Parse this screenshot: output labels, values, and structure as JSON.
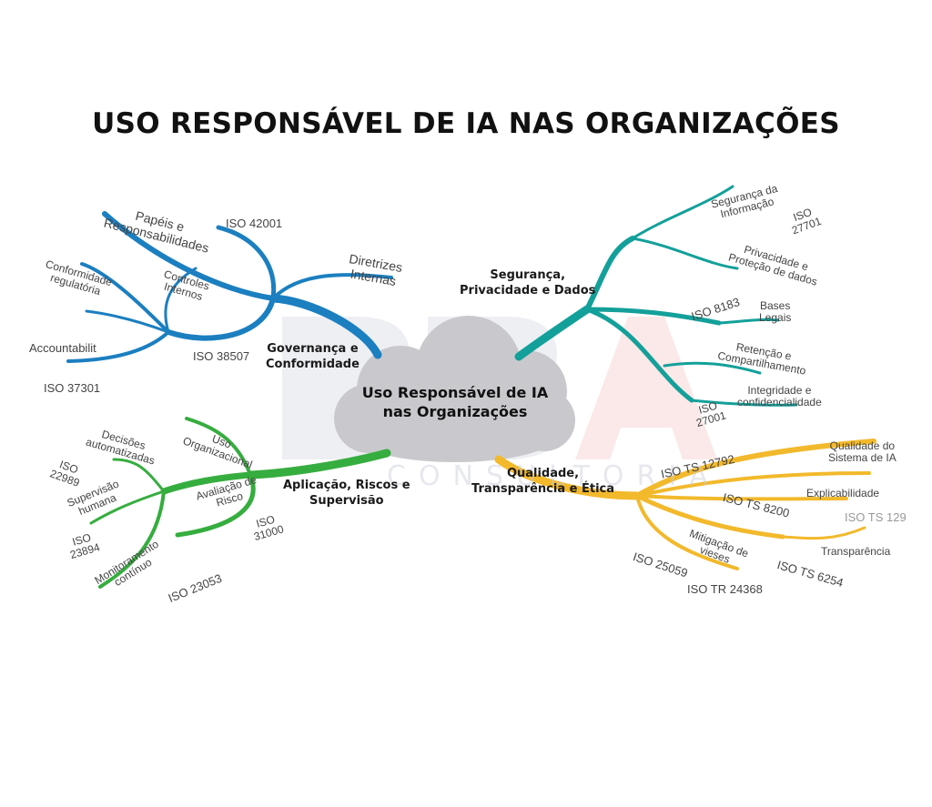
{
  "title": "USO RESPONSÁVEL DE IA NAS ORGANIZAÇÕES",
  "center": {
    "line1": "Uso Responsável de IA",
    "line2": "nas Organizações"
  },
  "watermark": {
    "text": "CONSULTORIA"
  },
  "colors": {
    "governance": "#1b7fc0",
    "security": "#14a09a",
    "quality": "#f2b92c",
    "application": "#36ad3f",
    "cloud": "#c8c8cc"
  },
  "branches": {
    "governance": {
      "title1": "Governança e",
      "title2": "Conformidade",
      "nodes": {
        "papeis1": "Papéis e",
        "papeis2": "Responsabilidades",
        "iso42001": "ISO 42001",
        "diretrizes1": "Diretrizes",
        "diretrizes2": "Internas",
        "conformidade1": "Conformidade",
        "conformidade2": "regulatória",
        "controles1": "Controles",
        "controles2": "Internos",
        "accountability": "Accountabilit",
        "iso38507": "ISO 38507",
        "iso37301": "ISO 37301"
      }
    },
    "security": {
      "title1": "Segurança,",
      "title2": "Privacidade  e Dados",
      "nodes": {
        "seg1": "Segurança da",
        "seg2": "Informação",
        "iso27701a": "ISO",
        "iso27701b": "27701",
        "priv1": "Privacidade e",
        "priv2": "Proteção de dados",
        "iso8183": "ISO 8183",
        "bases1": "Bases",
        "bases2": "Legais",
        "ret1": "Retenção e",
        "ret2": "Compartilhamento",
        "int1": "Integridade e",
        "int2": "confidencialidade",
        "iso27001a": "ISO",
        "iso27001b": "27001"
      }
    },
    "quality": {
      "title1": "Qualidade,",
      "title2": "Transparência e Ética",
      "nodes": {
        "iso12792": "ISO TS 12792",
        "qual1": "Qualidade do",
        "qual2": "Sistema de IA",
        "iso8200": "ISO TS 8200",
        "explic": "Explicabilidade",
        "iso12x": "ISO TS 129",
        "transp": "Transparência",
        "mit1": "Mitigação de",
        "mit2": "vieses",
        "iso25059": "ISO 25059",
        "iso6254": "ISO TS 6254",
        "iso24368": "ISO TR 24368"
      }
    },
    "application": {
      "title1": "Aplicação, Riscos e",
      "title2": "Supervisão",
      "nodes": {
        "dec1": "Decisões",
        "dec2": "automatizadas",
        "uso1": "Uso",
        "uso2": "Organizacional",
        "iso22989a": "ISO",
        "iso22989b": "22989",
        "aval1": "Avaliação de",
        "aval2": "Risco",
        "sup1": "Supervisão",
        "sup2": "humana",
        "iso31000a": "ISO",
        "iso31000b": "31000",
        "iso23894a": "ISO",
        "iso23894b": "23894",
        "mon1": "Monitoramento",
        "mon2": "contínuo",
        "iso23053": "ISO 23053"
      }
    }
  }
}
